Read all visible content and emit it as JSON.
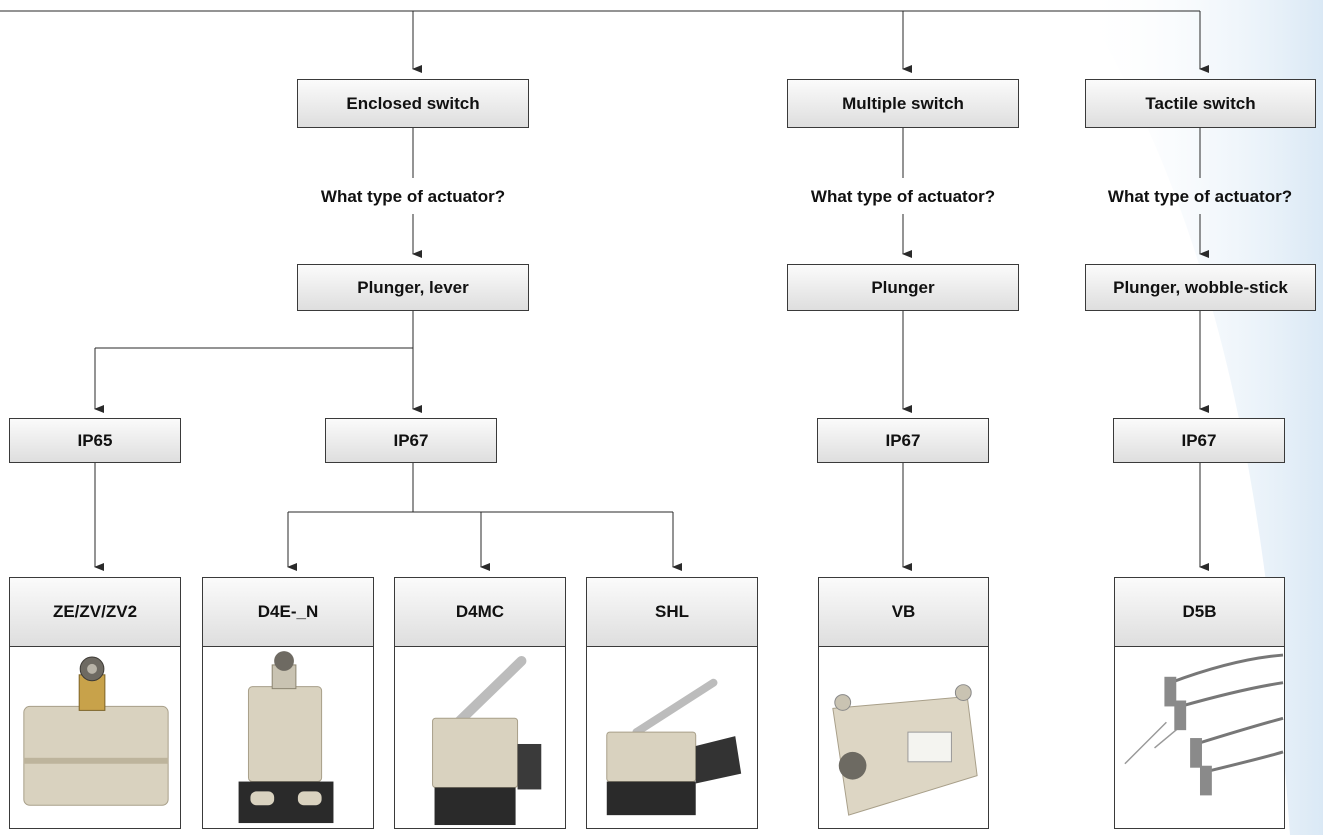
{
  "colors": {
    "line": "#2a2a2a",
    "box_top": "#fbfbfb",
    "box_bottom": "#dedede",
    "text": "#111111",
    "swoosh": "#e3eef8"
  },
  "nodes": {
    "enclosed": "Enclosed switch",
    "multiple": "Multiple switch",
    "tactile": "Tactile switch",
    "q_enclosed": "What type of actuator?",
    "q_multiple": "What type of actuator?",
    "q_tactile": "What type of actuator?",
    "plunger_lever": "Plunger, lever",
    "plunger": "Plunger",
    "plunger_wobble": "Plunger, wobble-stick",
    "ip65": "IP65",
    "ip67_enclosed": "IP67",
    "ip67_multiple": "IP67",
    "ip67_tactile": "IP67"
  },
  "products": [
    {
      "name": "ZE/ZV/ZV2",
      "icon": "roller-plunger-switch-photo"
    },
    {
      "name": "D4E-_N",
      "icon": "roller-plunger-switch-photo"
    },
    {
      "name": "D4MC",
      "icon": "hinge-lever-switch-photo"
    },
    {
      "name": "SHL",
      "icon": "hinge-lever-switch-photo"
    },
    {
      "name": "VB",
      "icon": "multiple-switch-photo"
    },
    {
      "name": "D5B",
      "icon": "wobble-stick-sensor-photo"
    }
  ]
}
